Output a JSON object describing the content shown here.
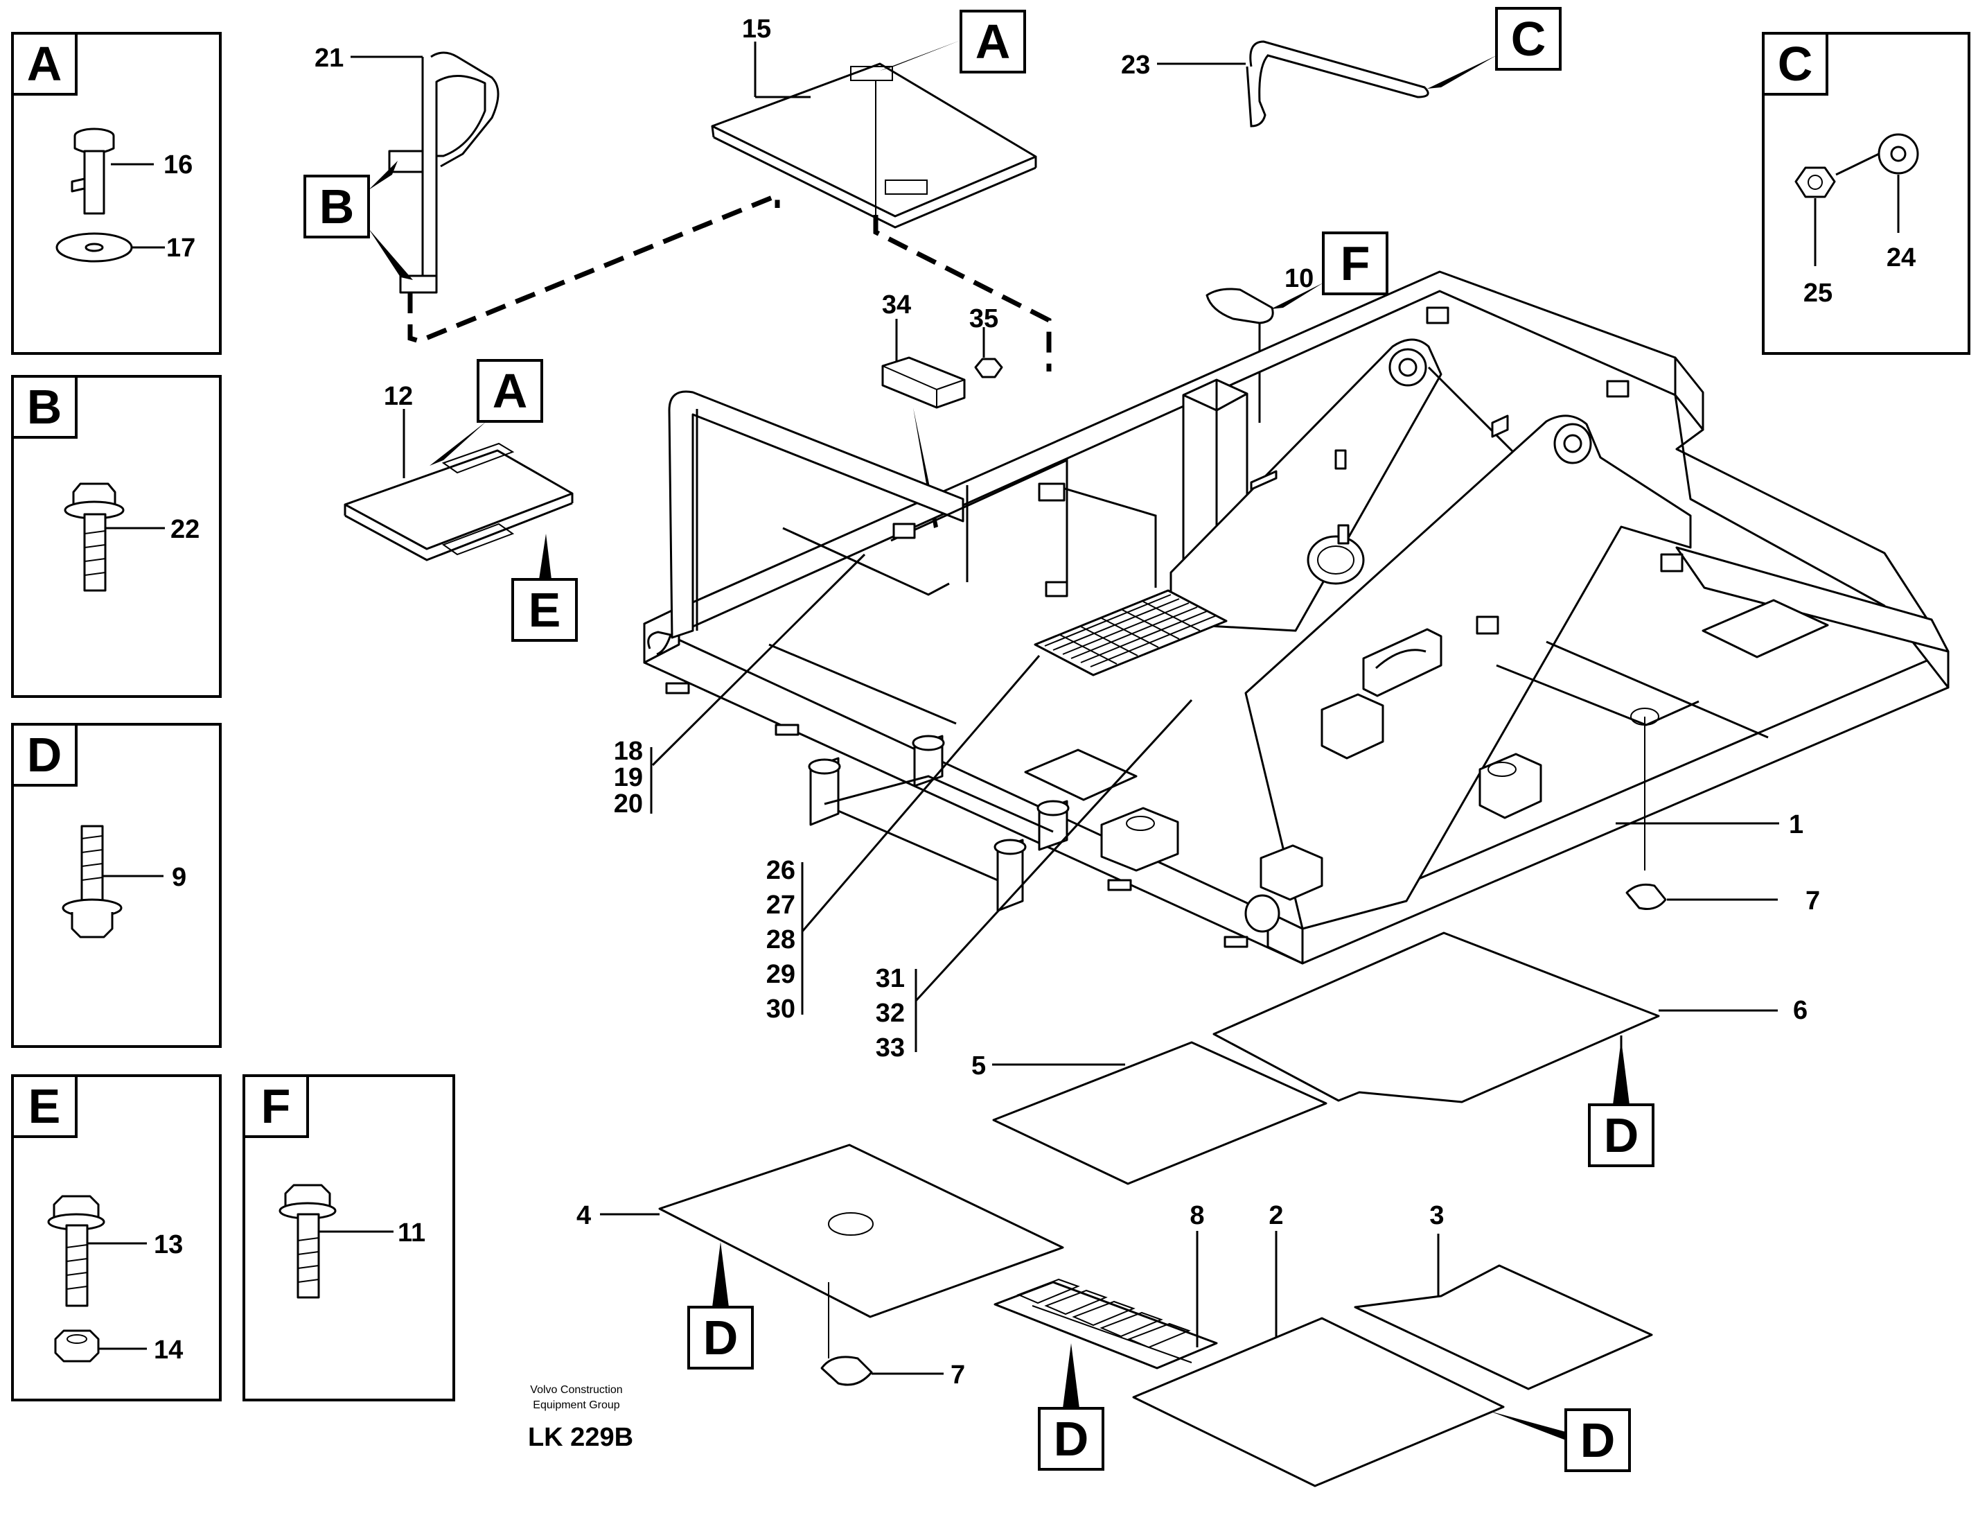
{
  "credit": {
    "line1": "Volvo Construction",
    "line2": "Equipment Group"
  },
  "drawing_code": "LK 229B",
  "detail_panels": {
    "A": {
      "letter": "A",
      "parts": [
        "16",
        "17"
      ]
    },
    "B": {
      "letter": "B",
      "parts": [
        "22"
      ]
    },
    "C": {
      "letter": "C",
      "parts": [
        "25",
        "24"
      ]
    },
    "D": {
      "letter": "D",
      "parts": [
        "9"
      ]
    },
    "E": {
      "letter": "E",
      "parts": [
        "13",
        "14"
      ]
    },
    "F": {
      "letter": "F",
      "parts": [
        "11"
      ]
    }
  },
  "callout_letters": {
    "a_cover": "A",
    "a_step": "A",
    "b_handle": "B",
    "c_handle": "C",
    "e_step": "E",
    "f_tab": "F",
    "d_plate6": "D",
    "d_plate4": "D",
    "d_grille": "D",
    "d_plate2": "D"
  },
  "part_numbers": {
    "p1": "1",
    "p2": "2",
    "p3": "3",
    "p4": "4",
    "p5": "5",
    "p6": "6",
    "p7a": "7",
    "p7b": "7",
    "p8": "8",
    "p10": "10",
    "p12": "12",
    "p15": "15",
    "p18": "18",
    "p19": "19",
    "p20": "20",
    "p21": "21",
    "p23": "23",
    "p26": "26",
    "p27": "27",
    "p28": "28",
    "p29": "29",
    "p30": "30",
    "p31": "31",
    "p32": "32",
    "p33": "33",
    "p34": "34",
    "p35": "35"
  }
}
